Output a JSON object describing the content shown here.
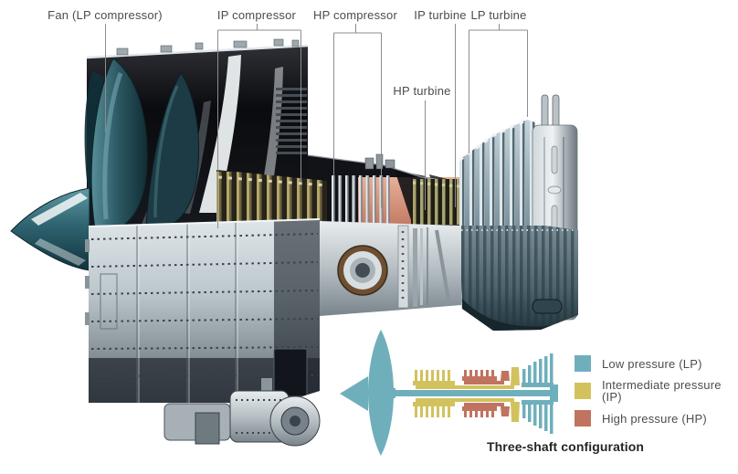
{
  "callouts": {
    "fan": "Fan (LP compressor)",
    "ip_compressor": "IP compressor",
    "hp_compressor": "HP compressor",
    "hp_turbine": "HP turbine",
    "ip_turbine": "IP turbine",
    "lp_turbine": "LP turbine"
  },
  "colors": {
    "lp": "#6fafbc",
    "ip": "#d2c25e",
    "hp": "#c0735f"
  },
  "schematic": {
    "caption": "Three-shaft configuration",
    "legend": [
      {
        "id": "lp",
        "label": "Low pressure (LP)",
        "color": "#6fafbc"
      },
      {
        "id": "ip",
        "label": "Intermediate pressure (IP)",
        "color": "#d2c25e"
      },
      {
        "id": "hp",
        "label": "High pressure (HP)",
        "color": "#c0735f"
      }
    ]
  }
}
